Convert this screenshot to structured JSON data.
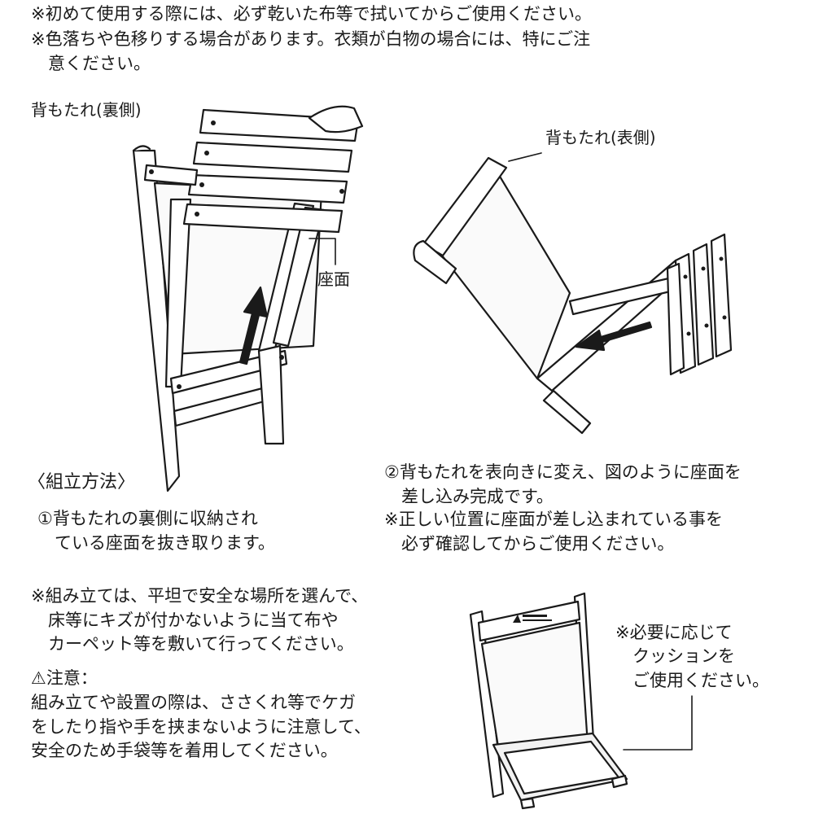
{
  "top_notes": {
    "line1": "※初めて使用する際には、必ず乾いた布等で拭いてからご使用ください。",
    "line2": "※色落ちや色移りする場合があります。衣類が白物の場合には、特にご注",
    "line3": "　意ください。"
  },
  "figure1": {
    "back_rear_label": "背もたれ(裏側)",
    "seat_label": "座面"
  },
  "figure2": {
    "back_front_label": "背もたれ(表側)"
  },
  "assembly": {
    "heading": "〈組立方法〉",
    "step1_line1": "①背もたれの裏側に収納され",
    "step1_line2": "　ている座面を抜き取ります。",
    "step2_line1": "②背もたれを表向きに変え、図のように座面を",
    "step2_line2": "　差し込み完成です。",
    "step2_note1": "※正しい位置に座面が差し込まれている事を",
    "step2_note2": "　必ず確認してからご使用ください。"
  },
  "assembly_note": {
    "line1": "※組み立ては、平坦で安全な場所を選んで、",
    "line2": "　床等にキズが付かないように当て布や",
    "line3": "　カーペット等を敷いて行ってください。"
  },
  "caution": {
    "title": "⚠注意：",
    "line1": "組み立てや設置の際は、ささくれ等でケガ",
    "line2": "をしたり指や手を挟まないように注意して、",
    "line3": "安全のため手袋等を着用してください。"
  },
  "cushion_note": {
    "line1": "※必要に応じて",
    "line2": "　クッションを",
    "line3": "　ご使用ください。"
  },
  "colors": {
    "ink": "#1a1a1a",
    "paper": "#ffffff",
    "wood_shade": "#f2f2f2"
  }
}
